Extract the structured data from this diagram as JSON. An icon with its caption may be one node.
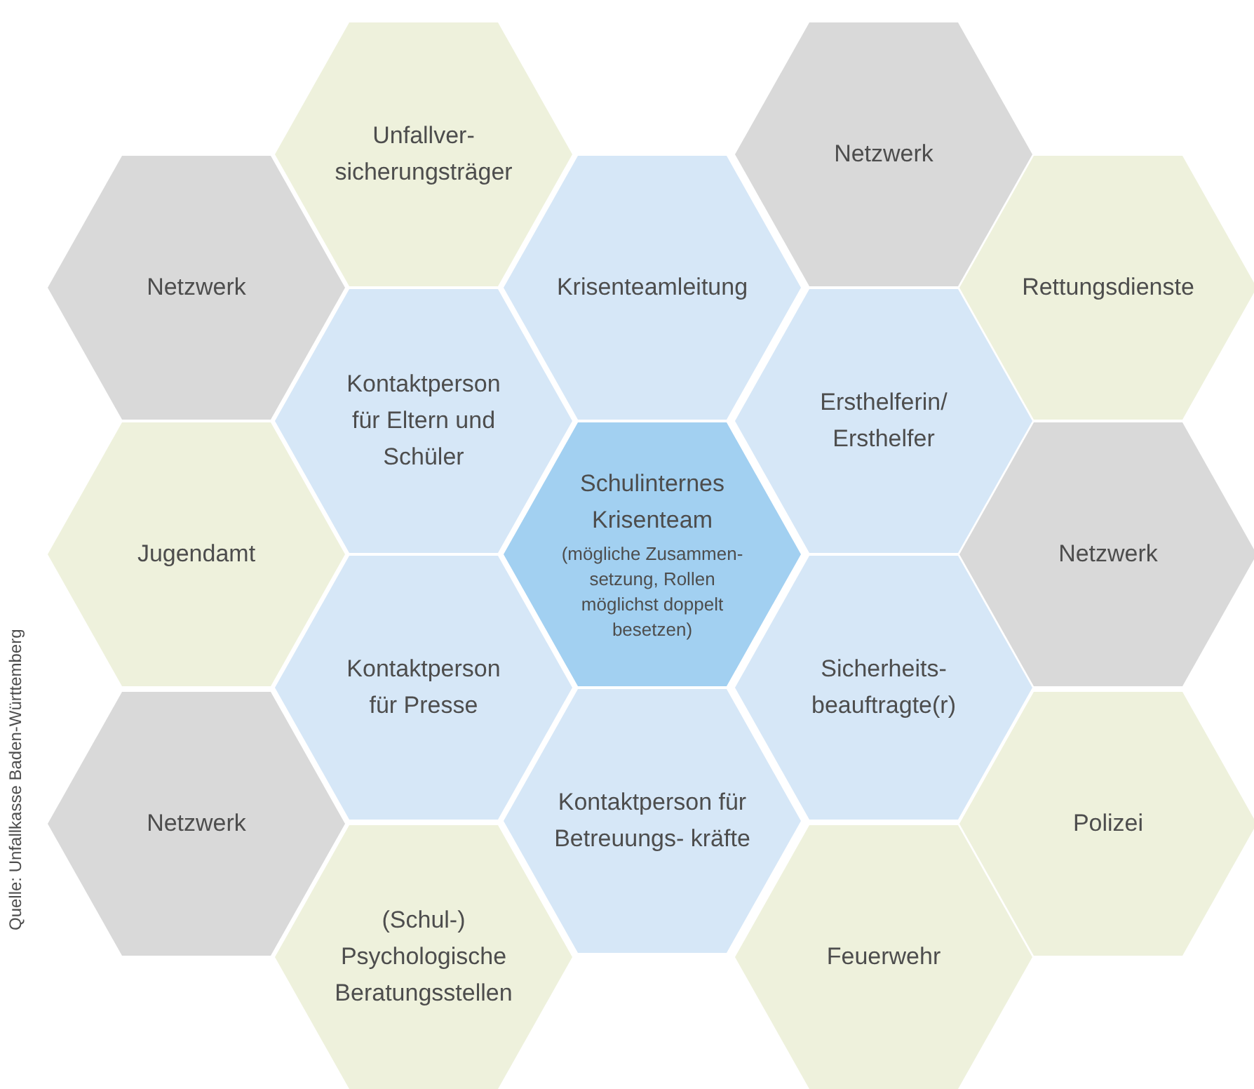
{
  "diagram": {
    "nodes": [
      {
        "text": [
          "Unfallver- sicherungsträger"
        ]
      },
      {
        "text": [
          "Netzwerk"
        ]
      },
      {
        "text": [
          "Netzwerk"
        ]
      },
      {
        "text": [
          "Krisenteamleitung"
        ]
      },
      {
        "text": [
          "Rettungsdienste"
        ]
      },
      {
        "text": [
          "Kontaktperson für Eltern und Schüler"
        ]
      },
      {
        "text": [
          "Ersthelferin/ Ersthelfer"
        ]
      },
      {
        "text": [
          "Jugendamt"
        ]
      },
      {
        "text": [
          "Schulinternes Krisenteam",
          "(mögliche Zusammen- setzung, Rollen möglichst doppelt besetzen)"
        ]
      },
      {
        "text": [
          "Netzwerk"
        ]
      },
      {
        "text": [
          "Kontaktperson für Presse"
        ]
      },
      {
        "text": [
          "Sicherheits- beauftragte(r)"
        ]
      },
      {
        "text": [
          "Netzwerk"
        ]
      },
      {
        "text": [
          "Kontaktperson für Betreuungs- kräfte"
        ]
      },
      {
        "text": [
          "Polizei"
        ]
      },
      {
        "text": [
          "(Schul-) Psychologische Beratungsstellen"
        ]
      },
      {
        "text": [
          "Feuerwehr"
        ]
      }
    ],
    "edges": [],
    "labels": [
      "Quelle: Unfallkasse Baden-Württemberg"
    ]
  }
}
